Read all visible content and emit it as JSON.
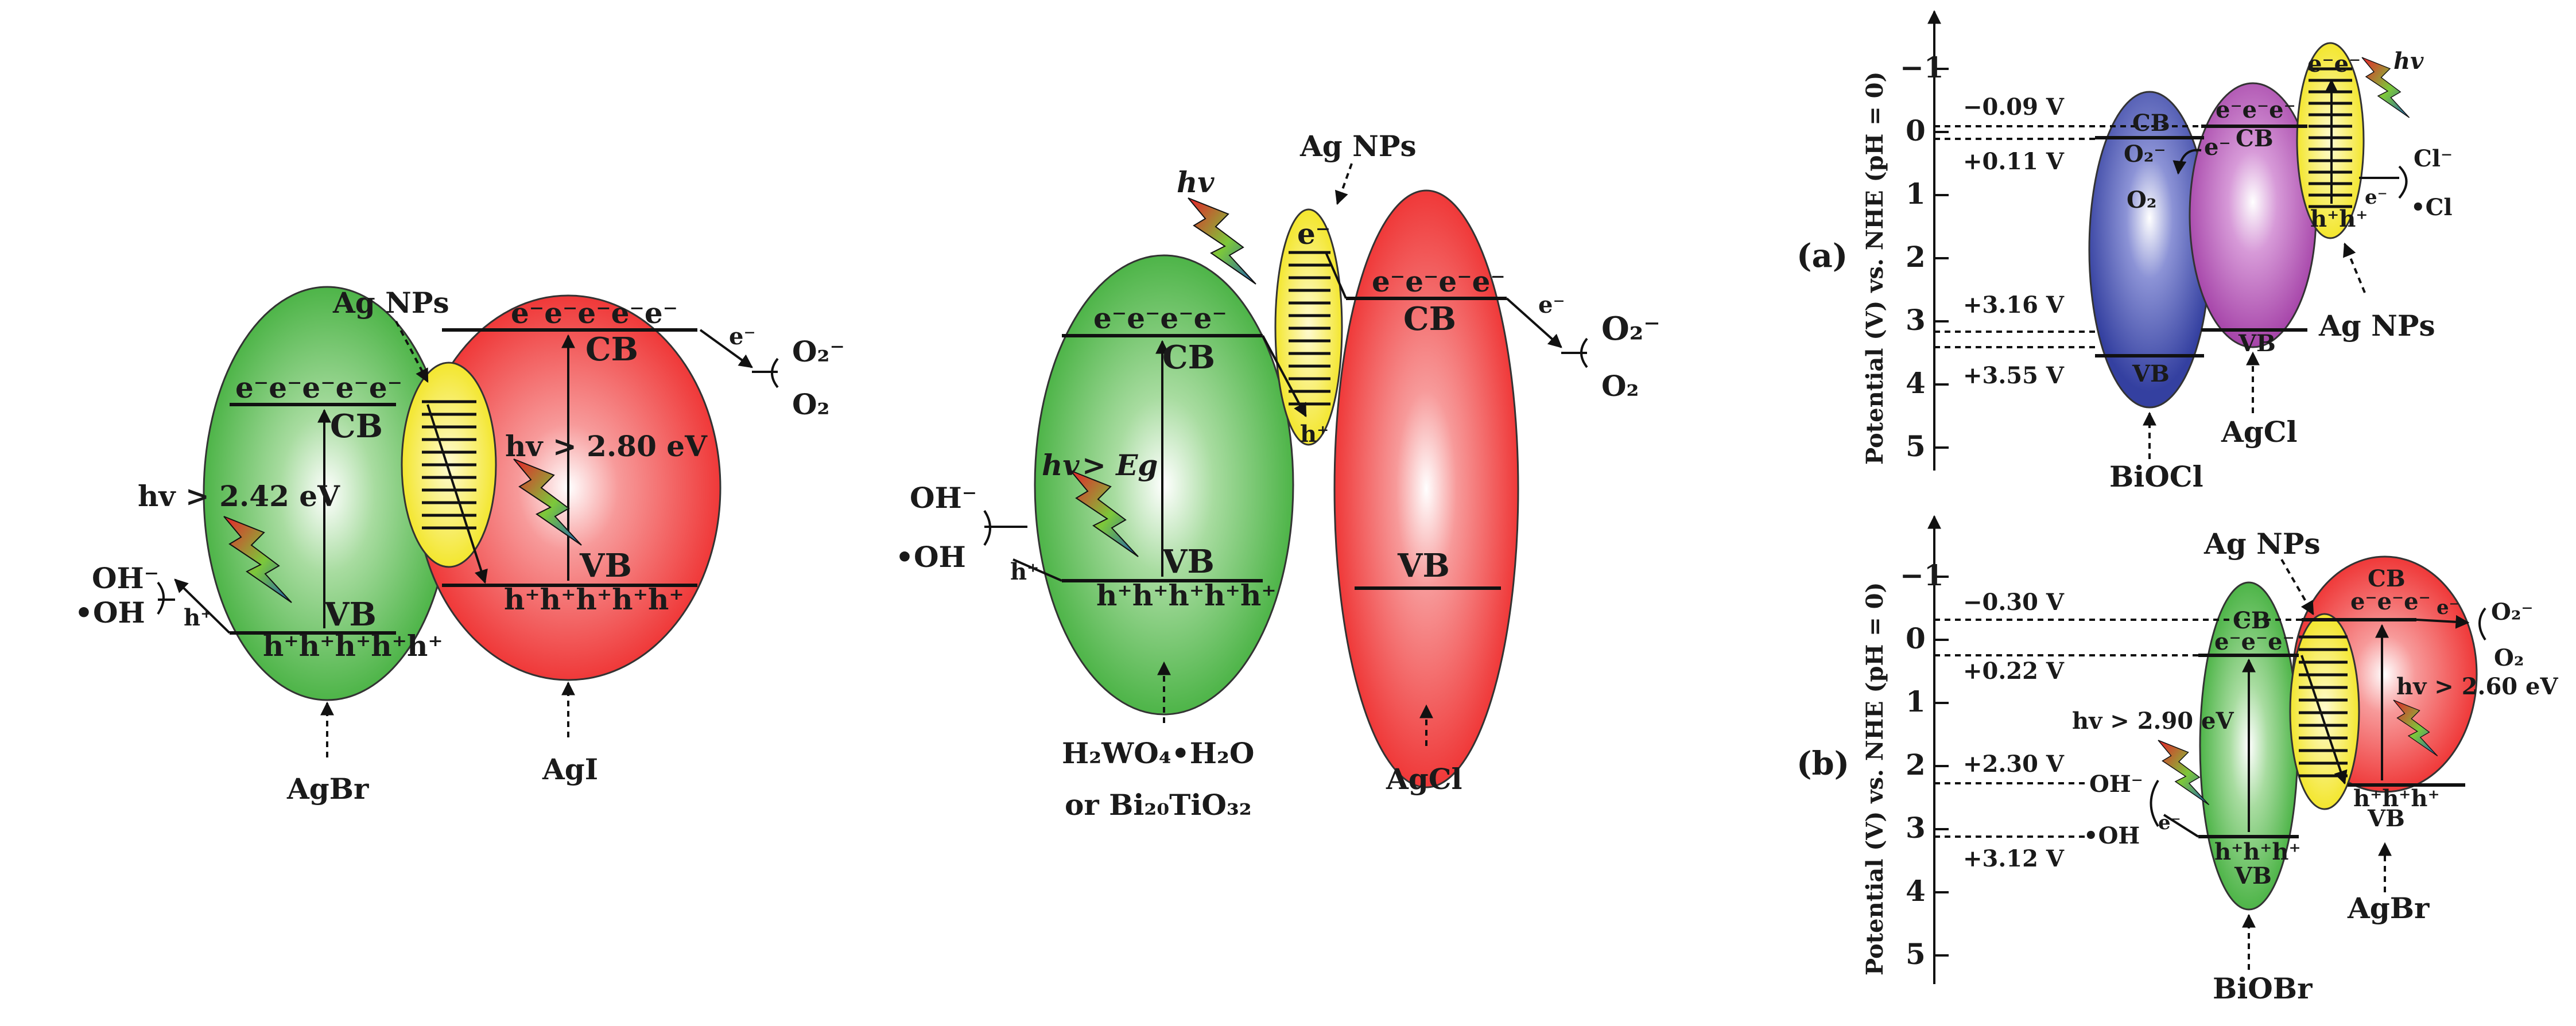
{
  "labels": {
    "ag_nps": "Ag NPs",
    "cb": "CB",
    "vb": "VB",
    "electrons5": "e⁻e⁻e⁻e⁻e⁻",
    "electrons4": "e⁻e⁻e⁻e⁻",
    "electrons3": "e⁻e⁻e⁻",
    "electrons2": "e⁻e⁻",
    "holes5": "h⁺h⁺h⁺h⁺h⁺",
    "holes3": "h⁺h⁺h⁺",
    "holes2": "h⁺h⁺",
    "e_single": "e⁻",
    "h_single": "h⁺",
    "o2": "O₂",
    "o2_radical": "O₂⁻",
    "oh_minus": "OH⁻",
    "oh_radical": "•OH",
    "cl_minus": "Cl⁻",
    "cl_radical": "•Cl",
    "hv": "hv",
    "hv_eg": "> Eg"
  },
  "panel_left": {
    "agbr_label": "AgBr",
    "agi_label": "AgI",
    "agbr_gap": "hv > 2.42 eV",
    "agi_gap": "hv > 2.80 eV"
  },
  "panel_middle": {
    "host_label_line1": "H₂WO₄•H₂O",
    "host_label_line2": "or Bi₂₀TiO₃₂",
    "agcl_label": "AgCl"
  },
  "panel_a": {
    "tag": "(a)",
    "axis_label": "Potential (V) vs. NHE (pH = 0)",
    "ticks": [
      "−1",
      "0",
      "1",
      "2",
      "3",
      "4",
      "5"
    ],
    "pot1": "−0.09 V",
    "pot2": "+0.11 V",
    "pot3": "+3.16 V",
    "pot4": "+3.55 V",
    "biocl_label": "BiOCl",
    "agcl_label": "AgCl",
    "agnps_label": "Ag NPs"
  },
  "panel_b": {
    "tag": "(b)",
    "axis_label": "Potential (V) vs. NHE (pH = 0)",
    "ticks": [
      "−1",
      "0",
      "1",
      "2",
      "3",
      "4",
      "5"
    ],
    "pot1": "−0.30 V",
    "pot2": "+0.22 V",
    "pot3": "+2.30 V",
    "pot4": "+3.12 V",
    "biobr_gap": "hv > 2.90 eV",
    "agbr_gap": "hv > 2.60 eV",
    "biobr_label": "BiOBr",
    "agbr_label": "AgBr",
    "agnps_label": "Ag NPs"
  },
  "colors": {
    "green": "#3fae3a",
    "red": "#ee2a2a",
    "yellow": "#f5e82a",
    "blue": "#3c48a8",
    "purple": "#a543a8"
  }
}
